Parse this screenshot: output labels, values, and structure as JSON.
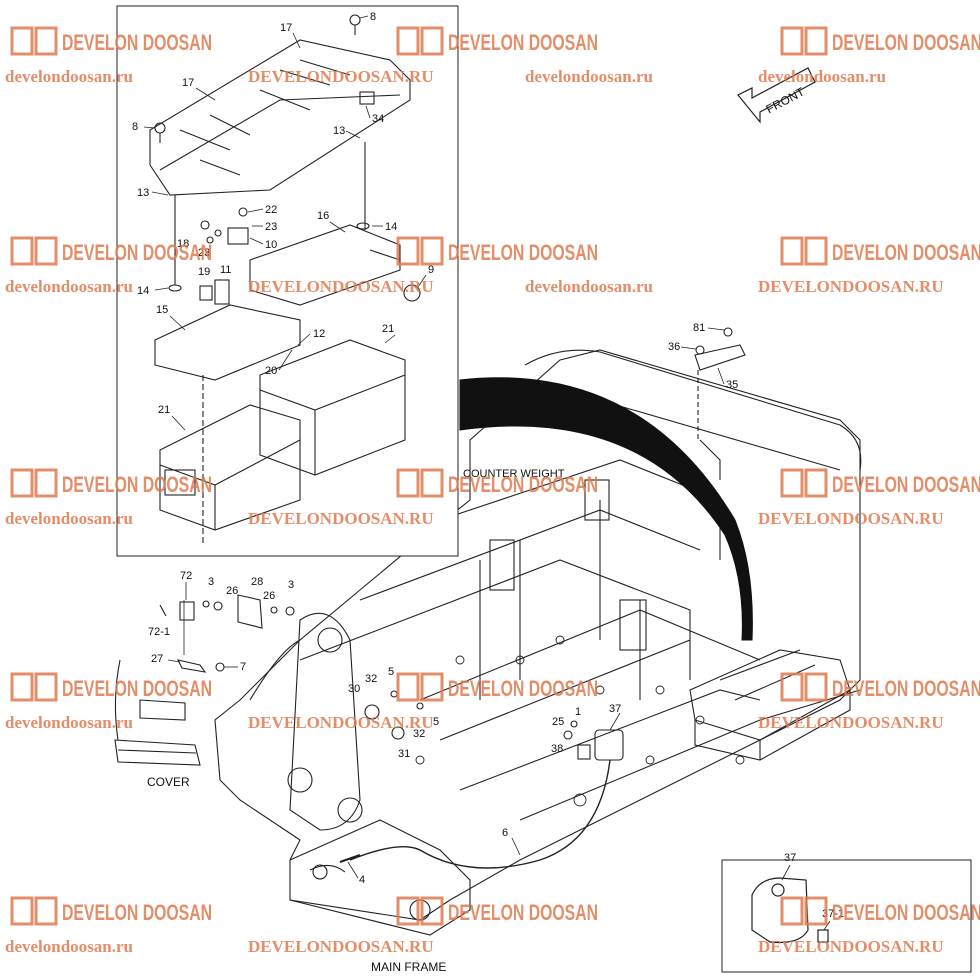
{
  "watermark": {
    "brand": "DEVELON DOOSAN",
    "url_lower": "develondoosan.ru",
    "url_upper": "DEVELONDOOSAN.RU",
    "color": "#e07a4f"
  },
  "labels": {
    "front": "FRONT",
    "counter_weight": "COUNTER WEIGHT",
    "cover": "COVER",
    "main_frame": "MAIN FRAME"
  },
  "callouts": [
    {
      "id": "c-8a",
      "text": "8"
    },
    {
      "id": "c-17a",
      "text": "17"
    },
    {
      "id": "c-17b",
      "text": "17"
    },
    {
      "id": "c-8b",
      "text": "8"
    },
    {
      "id": "c-34",
      "text": "34"
    },
    {
      "id": "c-13a",
      "text": "13"
    },
    {
      "id": "c-13b",
      "text": "13"
    },
    {
      "id": "c-22",
      "text": "22"
    },
    {
      "id": "c-18",
      "text": "18"
    },
    {
      "id": "c-23a",
      "text": "23"
    },
    {
      "id": "c-23b",
      "text": "23"
    },
    {
      "id": "c-10",
      "text": "10"
    },
    {
      "id": "c-16",
      "text": "16"
    },
    {
      "id": "c-14a",
      "text": "14"
    },
    {
      "id": "c-14b",
      "text": "14"
    },
    {
      "id": "c-19",
      "text": "19"
    },
    {
      "id": "c-11",
      "text": "11"
    },
    {
      "id": "c-9",
      "text": "9"
    },
    {
      "id": "c-15",
      "text": "15"
    },
    {
      "id": "c-12",
      "text": "12"
    },
    {
      "id": "c-21a",
      "text": "21"
    },
    {
      "id": "c-20",
      "text": "20"
    },
    {
      "id": "c-21b",
      "text": "21"
    },
    {
      "id": "c-81",
      "text": "81"
    },
    {
      "id": "c-36",
      "text": "36"
    },
    {
      "id": "c-35",
      "text": "35"
    },
    {
      "id": "c-72",
      "text": "72"
    },
    {
      "id": "c-3a",
      "text": "3"
    },
    {
      "id": "c-26a",
      "text": "26"
    },
    {
      "id": "c-28",
      "text": "28"
    },
    {
      "id": "c-3b",
      "text": "3"
    },
    {
      "id": "c-26b",
      "text": "26"
    },
    {
      "id": "c-72-1",
      "text": "72-1"
    },
    {
      "id": "c-27",
      "text": "27"
    },
    {
      "id": "c-7",
      "text": "7"
    },
    {
      "id": "c-5a",
      "text": "5"
    },
    {
      "id": "c-32a",
      "text": "32"
    },
    {
      "id": "c-30",
      "text": "30"
    },
    {
      "id": "c-5b",
      "text": "5"
    },
    {
      "id": "c-32b",
      "text": "32"
    },
    {
      "id": "c-31",
      "text": "31"
    },
    {
      "id": "c-1",
      "text": "1"
    },
    {
      "id": "c-25",
      "text": "25"
    },
    {
      "id": "c-37a",
      "text": "37"
    },
    {
      "id": "c-38",
      "text": "38"
    },
    {
      "id": "c-6",
      "text": "6"
    },
    {
      "id": "c-4",
      "text": "4"
    },
    {
      "id": "c-37b",
      "text": "37"
    },
    {
      "id": "c-37-1",
      "text": "37-1"
    }
  ]
}
